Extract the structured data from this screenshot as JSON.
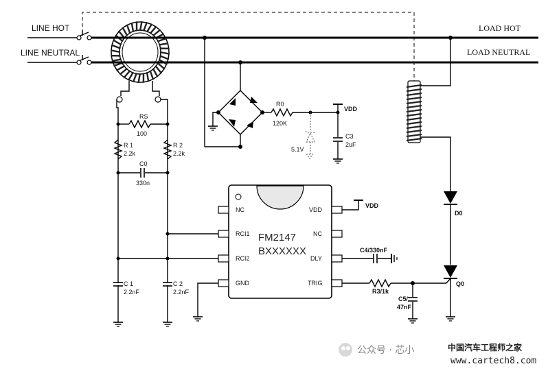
{
  "lines": {
    "line_hot": "LINE HOT",
    "line_neutral": "LINE NEUTRAL",
    "load_hot": "LOAD HOT",
    "load_neutral": "LOAD NEUTRAL"
  },
  "components": {
    "rs": {
      "name": "RS",
      "value": "100"
    },
    "r1": {
      "name": "R 1",
      "value": "2.2k"
    },
    "r2": {
      "name": "R 2",
      "value": "2.2k"
    },
    "c0": {
      "name": "C0",
      "value": "330n"
    },
    "c1": {
      "name": "C 1",
      "value": "2.2nF"
    },
    "c2": {
      "name": "C 2",
      "value": "2.2nF"
    },
    "r0": {
      "name": "R0",
      "value": "120K"
    },
    "zener": {
      "value": "5.1V"
    },
    "c3": {
      "name": "C3",
      "value": "2uF"
    },
    "c4": {
      "label": "C4/330nF"
    },
    "r3": {
      "label": "R3/1k"
    },
    "c5": {
      "name": "C5/",
      "value": "47nF"
    },
    "d0": {
      "name": "D0"
    },
    "q0": {
      "name": "Q0"
    },
    "vdd": "VDD"
  },
  "ic": {
    "part": "FM2147",
    "marking": "BXXXXXX",
    "pins_left": [
      "NC",
      "RCI1",
      "RCI2",
      "GND"
    ],
    "pins_right": [
      "VDD",
      "NC",
      "DLY",
      "TRIG"
    ]
  },
  "watermark": {
    "source": "公众号 · 芯小",
    "brand": "中国汽车工程师之家",
    "url": "www.cartech8.com"
  }
}
